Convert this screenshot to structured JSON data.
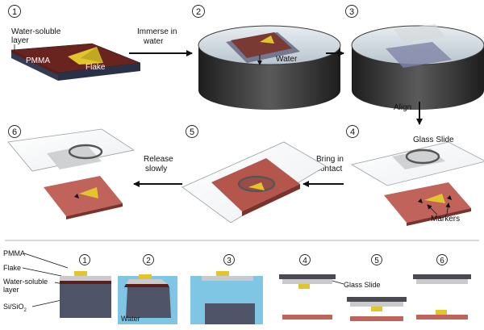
{
  "colors": {
    "pmma": "#5b1e1a",
    "substrate": "#3e4660",
    "flake": "#e2c52e",
    "water": "#7fc6e4",
    "stamp_pmma": "#c0635b",
    "glass": "#c8cacd",
    "dark_slab": "#4a4a50"
  },
  "top_row": {
    "steps": [
      "1",
      "2",
      "3"
    ],
    "panel1": {
      "water_soluble": "Water-soluble",
      "water_soluble_2": "layer",
      "pmma": "PMMA",
      "flake": "Flake",
      "substrate": "Si/SiO",
      "substrate_sub": "2"
    },
    "arrow1_line1": "Immerse in",
    "arrow1_line2": "water",
    "panel2_water": "Water",
    "align": "Align"
  },
  "middle_row": {
    "steps": [
      "6",
      "5",
      "4"
    ],
    "glass_slide": "Glass Slide",
    "markers": "Markers",
    "bring_line1": "Bring in",
    "bring_line2": "contact",
    "release_line1": "Release",
    "release_line2": "slowly"
  },
  "bottom": {
    "steps": [
      "1",
      "2",
      "3",
      "4",
      "5",
      "6"
    ],
    "pmma": "PMMA",
    "flake": "Flake",
    "water_soluble": "Water-soluble",
    "water_soluble_2": "layer",
    "substrate": "Si/SiO",
    "substrate_sub": "2",
    "water": "Water",
    "glass_slide": "Glass Slide"
  }
}
